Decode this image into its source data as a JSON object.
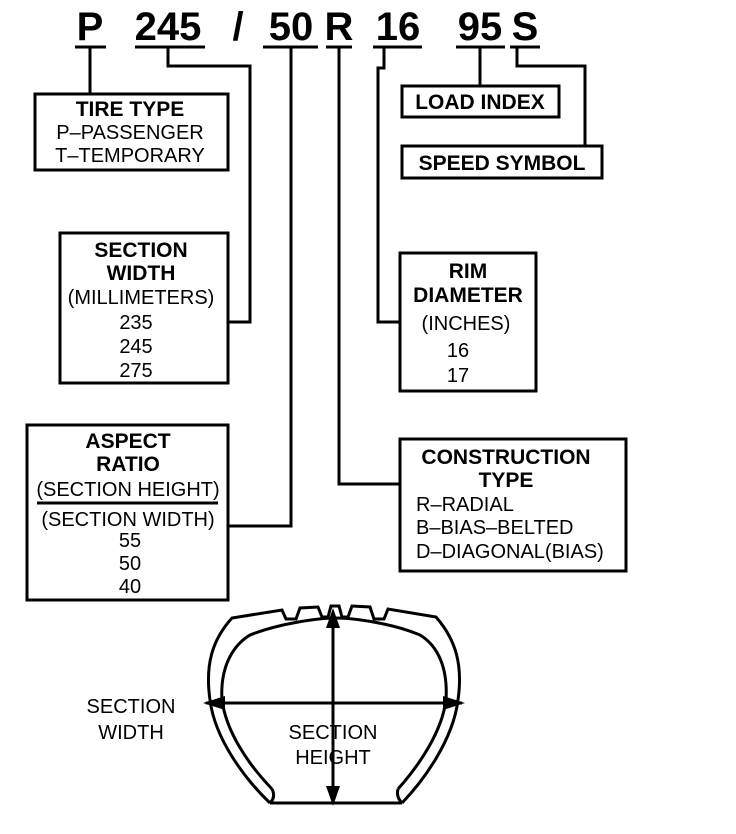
{
  "code": {
    "prefix": "P",
    "width": "245",
    "slash": "/",
    "aspect": "50",
    "construction": "R",
    "rim": "16",
    "load": "95",
    "speed": "S"
  },
  "tire_type": {
    "title": "TIRE TYPE",
    "items": [
      "P–PASSENGER",
      "T–TEMPORARY"
    ]
  },
  "load_index": {
    "title": "LOAD INDEX"
  },
  "speed_symbol": {
    "title": "SPEED SYMBOL"
  },
  "section_width": {
    "title1": "SECTION",
    "title2": "WIDTH",
    "unit": "(MILLIMETERS)",
    "values": [
      "235",
      "245",
      "275"
    ]
  },
  "rim_diameter": {
    "title1": "RIM",
    "title2": "DIAMETER",
    "unit": "(INCHES)",
    "values": [
      "16",
      "17"
    ]
  },
  "aspect_ratio": {
    "title1": "ASPECT",
    "title2": "RATIO",
    "numerator": "(SECTION HEIGHT)",
    "denominator": "(SECTION WIDTH)",
    "values": [
      "55",
      "50",
      "40"
    ]
  },
  "construction_type": {
    "title1": "CONSTRUCTION",
    "title2": "TYPE",
    "items": [
      "R–RADIAL",
      "B–BIAS–BELTED",
      "D–DIAGONAL(BIAS)"
    ]
  },
  "tire_figure": {
    "width_label1": "SECTION",
    "width_label2": "WIDTH",
    "height_label1": "SECTION",
    "height_label2": "HEIGHT"
  }
}
